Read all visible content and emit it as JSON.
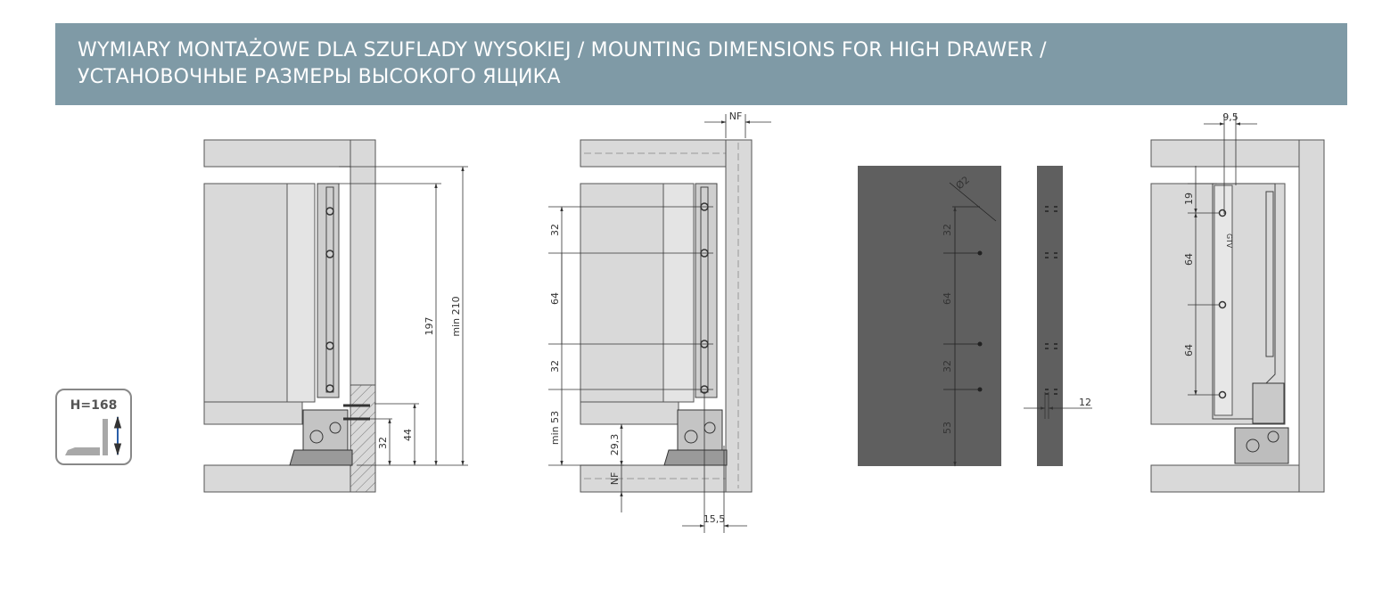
{
  "header": {
    "line1": "WYMIARY MONTAŻOWE DLA SZUFLADY WYSOKIEJ / MOUNTING DIMENSIONS FOR HIGH DRAWER /",
    "line2": "УСТАНОВОЧНЫЕ РАЗМЕРЫ ВЫСОКОГО ЯЩИКА"
  },
  "badge": {
    "label": "H=168"
  },
  "view1": {
    "dim_197": "197",
    "dim_min210": "min 210",
    "dim_32": "32",
    "dim_44": "44"
  },
  "view2": {
    "dim_nf_top": "NF",
    "dim_32a": "32",
    "dim_64": "64",
    "dim_32b": "32",
    "dim_min53": "min 53",
    "dim_29_3": "29,3",
    "dim_nf_bottom": "NF",
    "dim_15_5": "15,5"
  },
  "view3": {
    "dim_dia": "Ø2",
    "dim_32a": "32",
    "dim_64": "64",
    "dim_32b": "32",
    "dim_53": "53"
  },
  "view4": {
    "dim_12": "12"
  },
  "view5": {
    "dim_9_5": "9,5",
    "dim_19": "19",
    "dim_64a": "64",
    "dim_64b": "64",
    "brand_mark": "GTV"
  },
  "colors": {
    "banner": "#7f9aa6",
    "panel_light": "#d9d9d9",
    "panel_dark": "#5f5f5f",
    "line": "#333333"
  }
}
